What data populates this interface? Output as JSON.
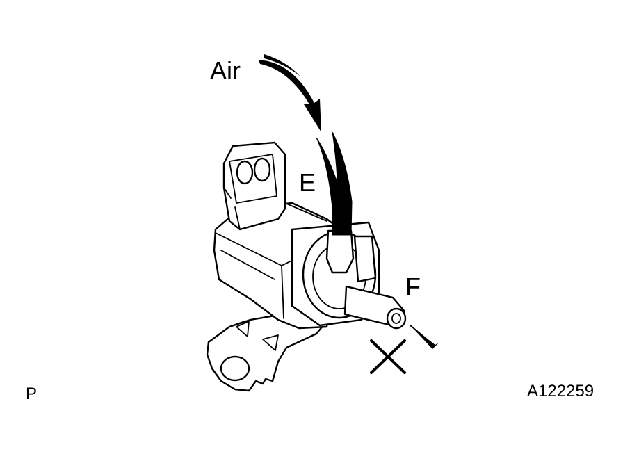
{
  "labels": {
    "air": "Air",
    "port_e": "E",
    "port_f": "F",
    "corner_left": "P",
    "figure_id": "A122259"
  },
  "colors": {
    "ink": "#000000",
    "background": "#ffffff"
  },
  "icons": {
    "blocked_mark": "x-mark-icon"
  }
}
